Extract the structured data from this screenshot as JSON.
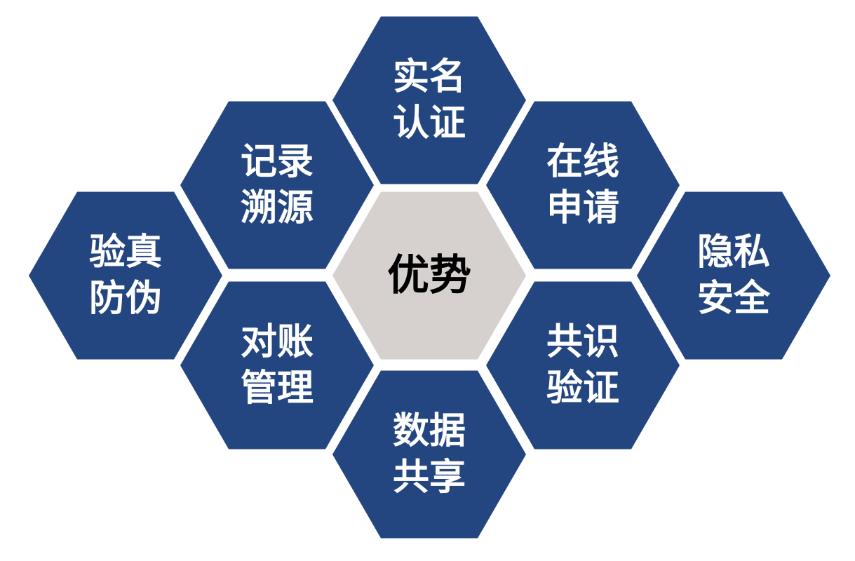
{
  "colors": {
    "outer_fill": "#244680",
    "outer_text": "#ffffff",
    "center_fill": "#d6d0ce",
    "center_text": "#000000"
  },
  "hexagons": [
    {
      "id": "center",
      "lines": [
        "优势"
      ],
      "role": "center"
    },
    {
      "id": "real-name",
      "lines": [
        "实名",
        "认证"
      ],
      "role": "outer"
    },
    {
      "id": "record-trace",
      "lines": [
        "记录",
        "溯源"
      ],
      "role": "outer"
    },
    {
      "id": "online-apply",
      "lines": [
        "在线",
        "申请"
      ],
      "role": "outer"
    },
    {
      "id": "verify-anticounterfeit",
      "lines": [
        "验真",
        "防伪"
      ],
      "role": "outer"
    },
    {
      "id": "privacy-security",
      "lines": [
        "隐私",
        "安全"
      ],
      "role": "outer"
    },
    {
      "id": "reconciliation",
      "lines": [
        "对账",
        "管理"
      ],
      "role": "outer"
    },
    {
      "id": "consensus-verify",
      "lines": [
        "共识",
        "验证"
      ],
      "role": "outer"
    },
    {
      "id": "data-share",
      "lines": [
        "数据",
        "共享"
      ],
      "role": "outer"
    }
  ]
}
